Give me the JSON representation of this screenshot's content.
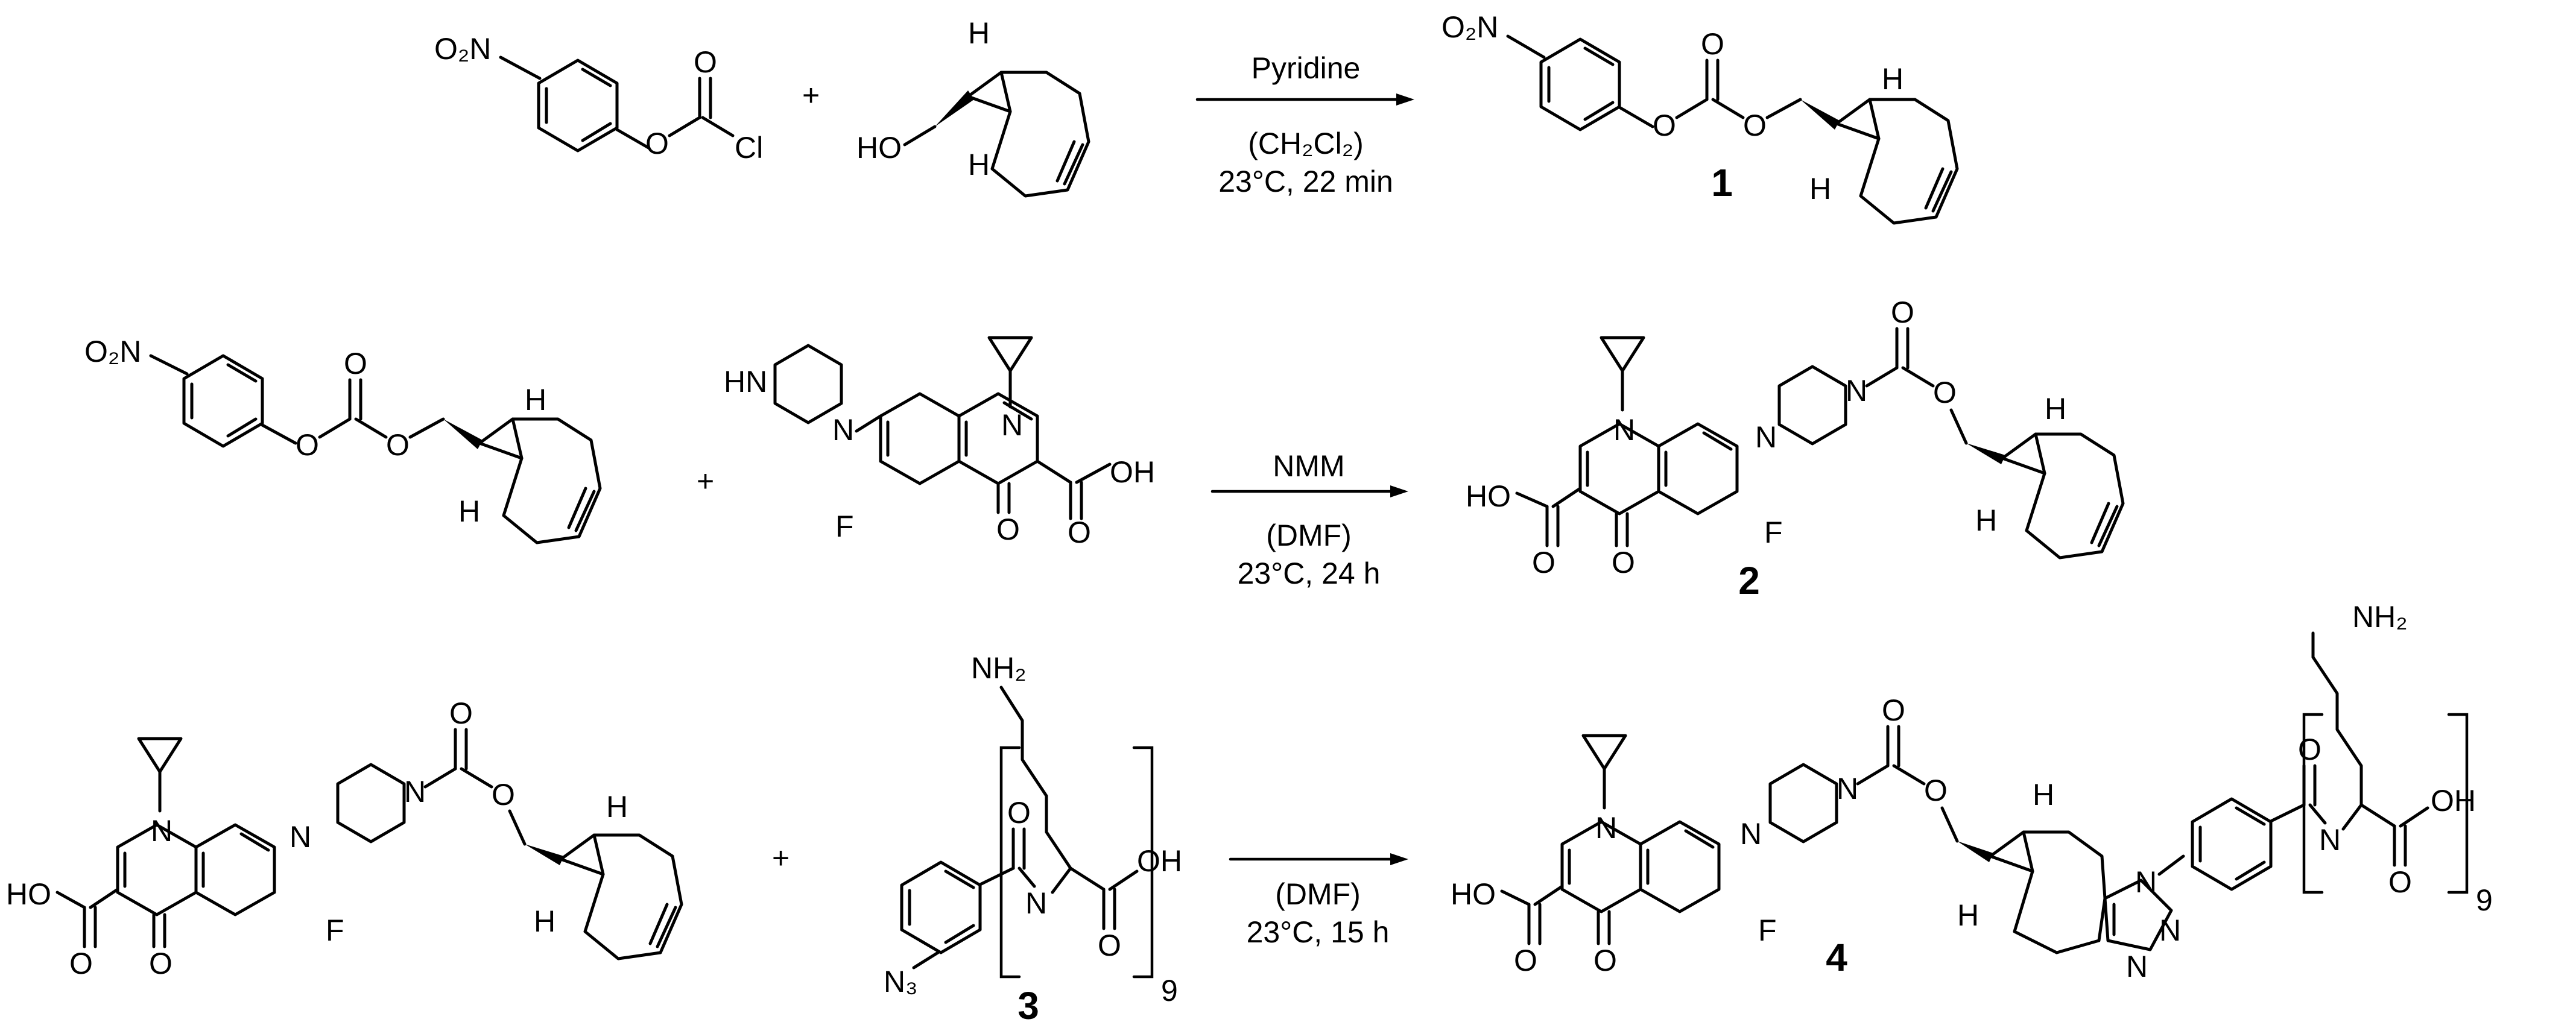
{
  "atoms": {
    "O2N": "O₂N",
    "O": "O",
    "Cl": "Cl",
    "HO": "HO",
    "H": "H",
    "N": "N",
    "HN": "HN",
    "F": "F",
    "OH": "OH",
    "NH2": "NH₂",
    "N3": "N₃",
    "repeat": "9"
  },
  "plus_sign": "+",
  "reactions": [
    {
      "reagent": "Pyridine",
      "solvent": "(CH₂Cl₂)",
      "conditions": "23°C, 22 min"
    },
    {
      "reagent": "NMM",
      "solvent": "(DMF)",
      "conditions": "23°C, 24 h"
    },
    {
      "reagent": "",
      "solvent": "(DMF)",
      "conditions": "23°C, 15 h"
    }
  ],
  "compounds": [
    "1",
    "2",
    "3",
    "4"
  ],
  "colors": {
    "ink": "#000000",
    "background": "#ffffff"
  }
}
